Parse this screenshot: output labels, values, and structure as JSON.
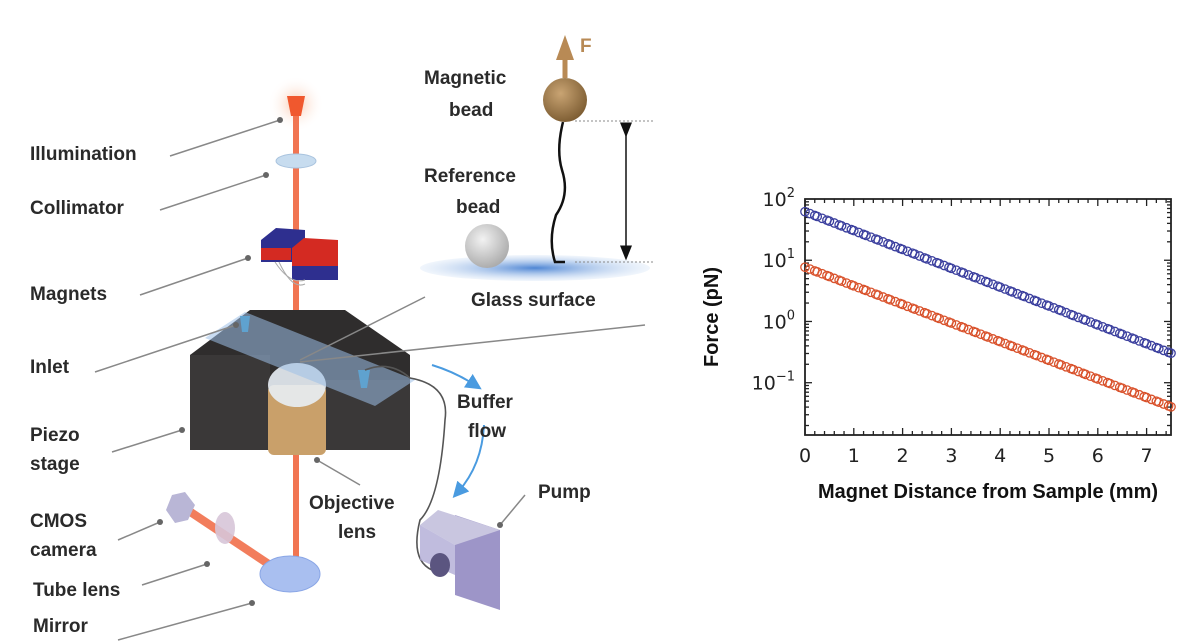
{
  "diagram": {
    "labels": {
      "illumination": "Illumination",
      "collimator": "Collimator",
      "magnets": "Magnets",
      "inlet": "Inlet",
      "piezo_1": "Piezo",
      "piezo_2": "stage",
      "cmos_1": "CMOS",
      "cmos_2": "camera",
      "tube_lens": "Tube lens",
      "mirror": "Mirror",
      "objective_1": "Objective",
      "objective_2": "lens",
      "buffer_1": "Buffer",
      "buffer_2": "flow",
      "pump": "Pump",
      "magnetic_bead_1": "Magnetic",
      "magnetic_bead_2": "bead",
      "reference_bead_1": "Reference",
      "reference_bead_2": "bead",
      "glass_surface": "Glass surface",
      "force": "F"
    },
    "colors": {
      "beam": "#f0663f",
      "magnet_red": "#d42a22",
      "magnet_blue": "#2e2f8f",
      "stage": "#3a3838",
      "magnetic_bead": "#a88455",
      "glass": "#5b8fd6",
      "flow_arrow": "#4a9be0",
      "pump": "#9d95c8"
    }
  },
  "chart_data": {
    "type": "scatter",
    "title": "",
    "xlabel": "Magnet Distance from Sample (mm)",
    "ylabel": "Force (pN)",
    "xlim": [
      0,
      7.5
    ],
    "ylim": [
      0.014,
      100
    ],
    "yscale": "log",
    "xticks": [
      "0",
      "1",
      "2",
      "3",
      "4",
      "5",
      "6",
      "7"
    ],
    "yticks": [
      {
        "base": "10",
        "exp": "2",
        "value": 100
      },
      {
        "base": "10",
        "exp": "1",
        "value": 10
      },
      {
        "base": "10",
        "exp": "0",
        "value": 1
      },
      {
        "base": "10",
        "exp": "−1",
        "value": 0.1
      }
    ],
    "grid": false,
    "legend": "none",
    "x": [
      0,
      0.25,
      0.5,
      0.75,
      1,
      1.25,
      1.5,
      1.75,
      2,
      2.25,
      2.5,
      2.75,
      3,
      3.25,
      3.5,
      3.75,
      4,
      4.25,
      4.5,
      4.75,
      5,
      5.25,
      5.5,
      5.75,
      6,
      6.25,
      6.5,
      6.75,
      7,
      7.25,
      7.5
    ],
    "series": [
      {
        "name": "blue",
        "color": "#3b3f9e",
        "values": [
          62.0,
          51.9,
          43.5,
          36.4,
          30.5,
          25.5,
          21.4,
          17.9,
          15.0,
          12.6,
          10.5,
          8.81,
          7.38,
          6.18,
          5.18,
          4.34,
          3.63,
          3.04,
          2.55,
          2.13,
          1.79,
          1.5,
          1.25,
          1.05,
          0.879,
          0.736,
          0.617,
          0.516,
          0.433,
          0.362,
          0.303
        ]
      },
      {
        "name": "red",
        "color": "#d9522c",
        "values": [
          7.69,
          6.46,
          5.42,
          4.55,
          3.82,
          3.21,
          2.69,
          2.26,
          1.9,
          1.59,
          1.34,
          1.12,
          0.942,
          0.791,
          0.664,
          0.557,
          0.468,
          0.393,
          0.33,
          0.277,
          0.232,
          0.195,
          0.164,
          0.137,
          0.115,
          0.0968,
          0.0813,
          0.0682,
          0.0573,
          0.0481,
          0.0404
        ]
      }
    ]
  }
}
